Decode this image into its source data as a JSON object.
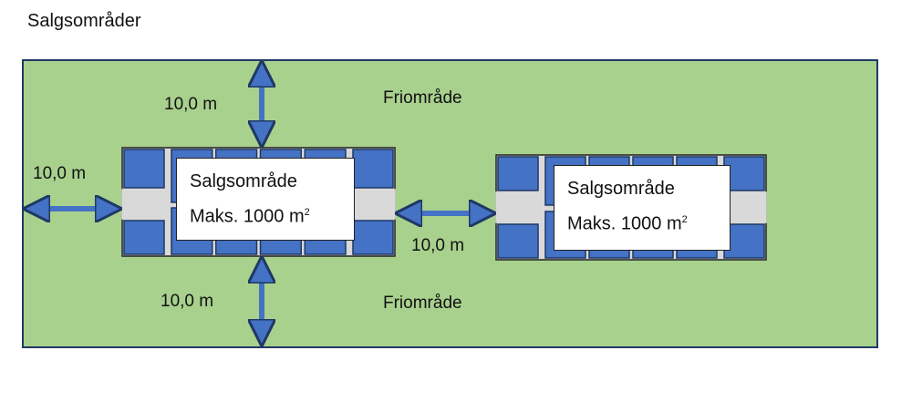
{
  "title": "Salgsområder",
  "colors": {
    "field": "#a9d18e",
    "field_border": "#1f3864",
    "stall": "#4472c4",
    "stall_border": "#1f3864",
    "aisle": "#d9d9d9",
    "arrow": "#4472c4"
  },
  "labels": {
    "free_top": "Friområde",
    "free_bottom": "Friområde",
    "dist_top": "10,0 m",
    "dist_left": "10,0 m",
    "dist_between": "10,0 m",
    "dist_bottom": "10,0 m"
  },
  "areas": [
    {
      "title": "Salgsområde",
      "max_text": "Maks. 1000 m",
      "unit_sup": "2"
    },
    {
      "title": "Salgsområde",
      "max_text": "Maks. 1000 m",
      "unit_sup": "2"
    }
  ]
}
